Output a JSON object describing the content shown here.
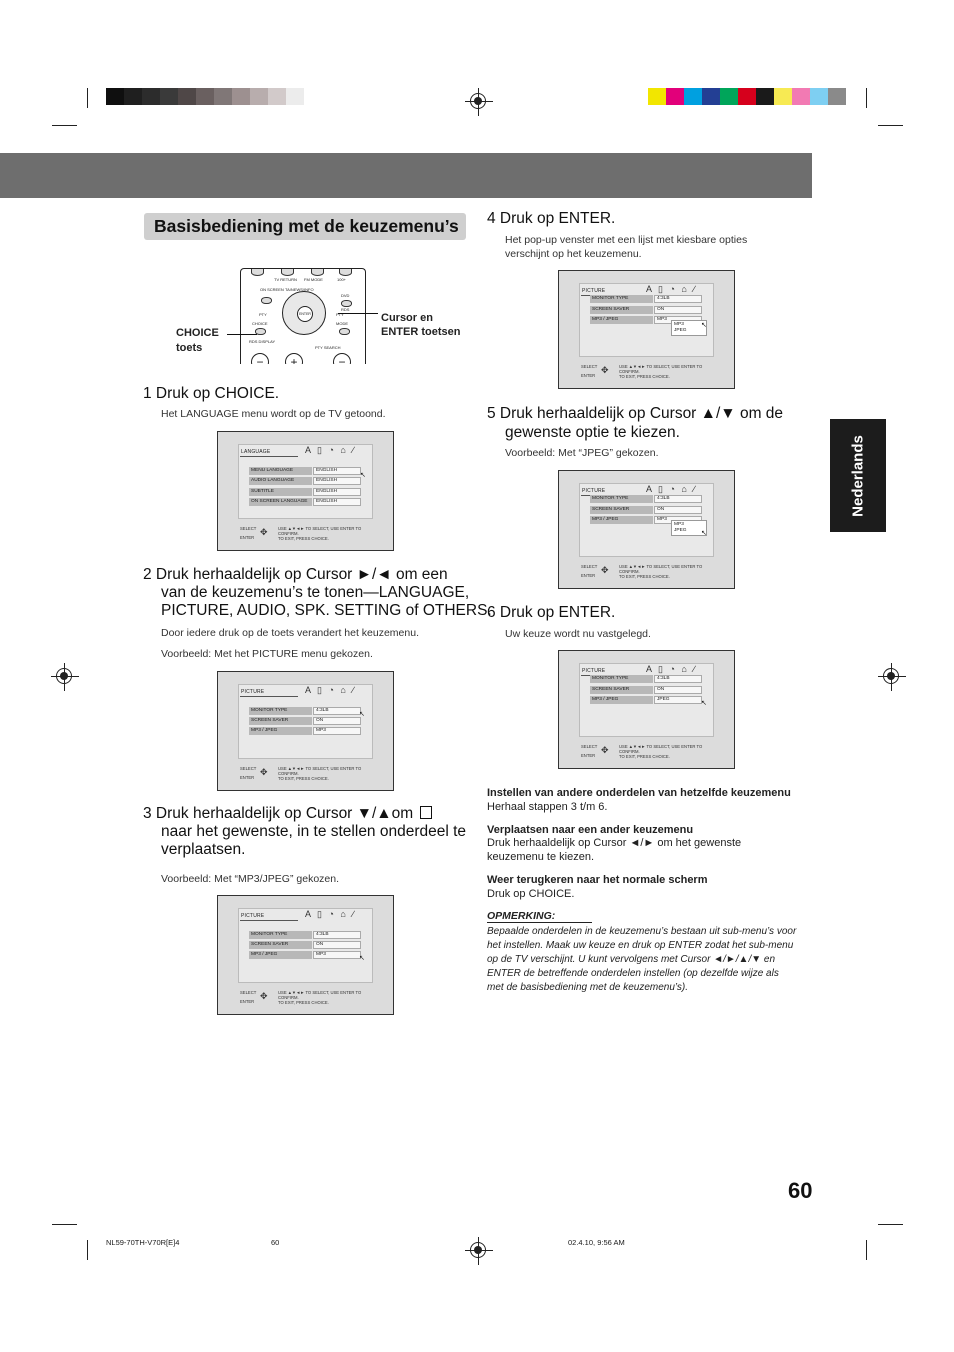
{
  "colors": {
    "header_band": "#6e6e6e",
    "title_box": "#cfcfcf",
    "side_tab": "#1c1c1c",
    "colorbar_grays": [
      "#0f0f0f",
      "#1f1f1f",
      "#2c2c2c",
      "#3a3a3a",
      "#4f4747",
      "#6a6060",
      "#807777",
      "#9d9090",
      "#b8adad",
      "#d2caca",
      "#ececec"
    ],
    "colorbar_cmyk": [
      "#f2e600",
      "#e2007a",
      "#00a0e0",
      "#233f94",
      "#00a55a",
      "#d6001c",
      "#1a1a1a",
      "#f7ea53",
      "#f27ab3",
      "#7ecff2",
      "#8a8a8a"
    ]
  },
  "section_title": "Basisbediening met de keuzemenu’s",
  "side_tab": "Nederlands",
  "page_number": "60",
  "footer": {
    "file": "NL59-70TH-V70R[E]4",
    "page": "60",
    "date": "02.4.10, 9:56 AM"
  },
  "remote": {
    "labels": {
      "tv_return": "TV RETURN",
      "fm_mode": "FM MODE",
      "hundred": "100+",
      "on_screen": "ON SCREEN",
      "ta_news_info": "TA/NEWS/INFO",
      "dvd": "DVD",
      "pty_left": "PTY",
      "rds": "RDS",
      "pty_right": "PTY",
      "enter": "ENTER",
      "choice": "CHOICE",
      "mode": "MODE",
      "rds_display": "RDS DISPLAY",
      "pty_search": "PTY SEARCH"
    },
    "callout_choice_l1": "CHOICE",
    "callout_choice_l2": "toets",
    "callout_cursor_l1": "Cursor en",
    "callout_cursor_l2": "ENTER toetsen"
  },
  "steps": {
    "s1_title": "1  Druk op CHOICE.",
    "s1_note": "Het LANGUAGE menu wordt op de TV getoond.",
    "s2_l1": "2  Druk herhaaldelijk op Cursor ►/◄  om een",
    "s2_l2": "van de keuzemenu’s te tonen—LANGUAGE,",
    "s2_l3": "PICTURE, AUDIO, SPK. SETTING of OTHERS.",
    "s2_note1": "Door iedere druk op de toets verandert het keuzemenu.",
    "s2_note2": "Voorbeeld: Met het PICTURE menu gekozen.",
    "s3_l1": "3  Druk herhaaldelijk op Cursor ▼/▲om",
    "s3_l2": "naar het gewenste, in te stellen onderdeel te",
    "s3_l3": "verplaatsen.",
    "s3_note": "Voorbeeld: Met “MP3/JPEG” gekozen.",
    "s4_title": "4  Druk op ENTER.",
    "s4_note_l1": "Het pop-up venster met een lijst met kiesbare opties",
    "s4_note_l2": "verschijnt op het keuzemenu.",
    "s5_l1": "5  Druk herhaaldelijk op Cursor ▲/▼ om de",
    "s5_l2": "gewenste optie te kiezen.",
    "s5_note": "Voorbeeld: Met “JPEG” gekozen.",
    "s6_title": "6  Druk op ENTER.",
    "s6_note": "Uw keuze wordt nu vastgelegd."
  },
  "screen_common": {
    "icons": "A ▯ ◔ ⌂ ∕",
    "select": "SELECT",
    "enter": "ENTER",
    "pad": "✥",
    "help_l1": "USE ▲▼◄► TO SELECT,  USE ENTER TO CONFIRM.",
    "help_l2": "TO EXIT, PRESS CHOICE.",
    "cursor_glyph": "↖"
  },
  "screens": {
    "language": {
      "title": "LANGUAGE",
      "rows": [
        {
          "label": "MENU LANGUAGE",
          "value": "ENGLISH"
        },
        {
          "label": "AUDIO LANGUAGE",
          "value": "ENGLISH"
        },
        {
          "label": "SUBTITLE",
          "value": "ENGLISH"
        },
        {
          "label": "ON SCREEN LANGUAGE",
          "value": "ENGLISH"
        }
      ]
    },
    "picture": {
      "title": "PICTURE",
      "rows": [
        {
          "label": "MONITOR TYPE",
          "value": "4:3LB"
        },
        {
          "label": "SCREEN SAVER",
          "value": "ON"
        },
        {
          "label": "MP3 / JPEG",
          "value": "MP3"
        }
      ]
    },
    "picture_jpeg": {
      "title": "PICTURE",
      "rows": [
        {
          "label": "MONITOR TYPE",
          "value": "4:3LB"
        },
        {
          "label": "SCREEN SAVER",
          "value": "ON"
        },
        {
          "label": "MP3 / JPEG",
          "value": "JPEG"
        }
      ]
    },
    "popup": {
      "opt1": "MP3",
      "opt2": "JPEG"
    }
  },
  "extra": {
    "h1": "Instellen van andere onderdelen van hetzelfde keuzemenu",
    "p1": "Herhaal stappen 3 t/m 6.",
    "h2": "Verplaatsen naar een ander keuzemenu",
    "p2_l1": "Druk herhaaldelijk op Cursor ◄/► om het gewenste",
    "p2_l2": "keuzemenu te kiezen.",
    "h3": "Weer terugkeren naar het normale scherm",
    "p3": "Druk op CHOICE.",
    "note_head": "OPMERKING:",
    "note_l1": "Bepaalde onderdelen in de keuzemenu’s bestaan uit sub-menu’s voor",
    "note_l2": "het instellen. Maak uw keuze en druk op ENTER zodat het sub-menu",
    "note_l3": "op de TV verschijnt. U kunt vervolgens met Cursor ◄/►/▲/▼ en",
    "note_l4": "ENTER de betreffende onderdelen instellen (op dezelfde wijze als",
    "note_l5": "met de basisbediening met de keuzemenu’s)."
  }
}
